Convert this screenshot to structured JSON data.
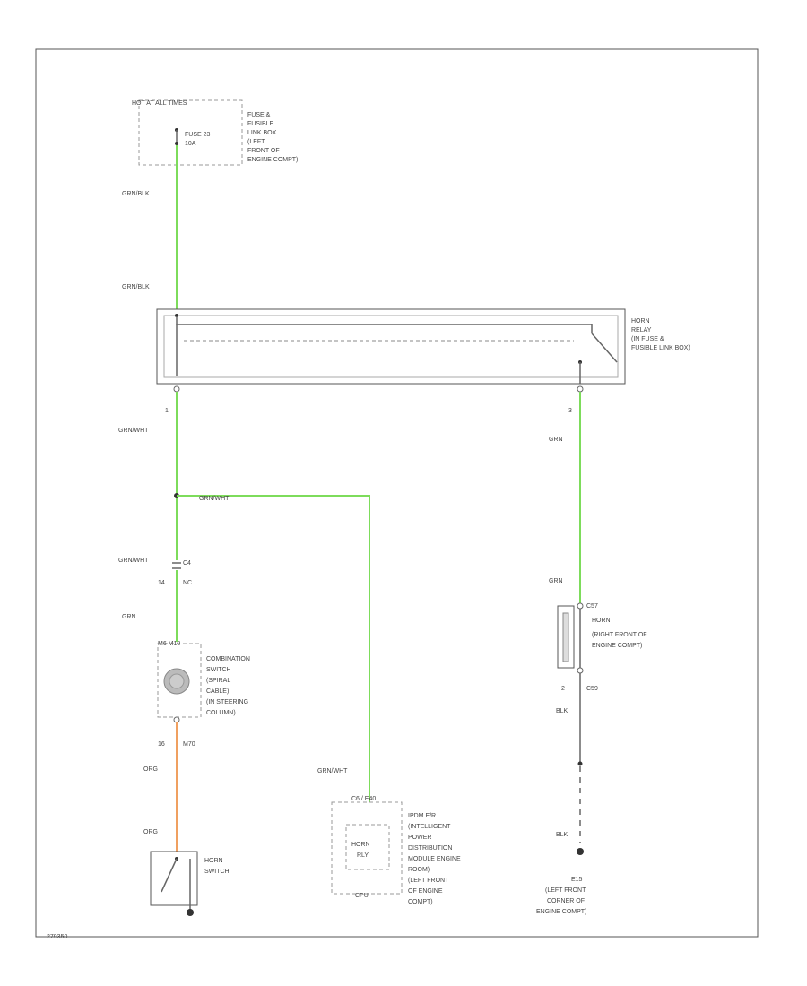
{
  "fuse_box": {
    "header": "HOT AT ALL TIMES",
    "fuse_label": [
      "FUSE 23",
      "10A"
    ],
    "desc": [
      "FUSE &",
      "FUSIBLE",
      "LINK BOX",
      "(LEFT",
      "FRONT OF",
      "ENGINE COMPT)"
    ]
  },
  "wires": {
    "grnblk_1": "GRN/BLK",
    "grnblk_2": "GRN/BLK",
    "grnwht_1": "GRN/WHT",
    "grnwht_2": "GRN/WHT",
    "grnwht_3": "GRN/WHT",
    "grnwht_4": "GRN/WHT",
    "grn_1": "GRN",
    "grn_2": "GRN",
    "grn_3": "GRN",
    "org_1": "ORG",
    "org_2": "ORG",
    "blk_1": "BLK",
    "blk_2": "BLK"
  },
  "pins": {
    "relay_pin1": "1",
    "relay_pin3": "3",
    "c4_pin": "14",
    "c4_conn": "C4",
    "c4_id": "NC",
    "sw_pin": "16",
    "sw_conn": "M70",
    "horn_pin2": "2",
    "horn_conn": "C59",
    "horn_top": "C57",
    "ipdm_conn": "C6 / E40",
    "ipdm_bottom": "CPU"
  },
  "horn_relay": {
    "desc": [
      "HORN",
      "RELAY",
      "(IN FUSE &",
      "FUSIBLE LINK BOX)"
    ]
  },
  "combination_switch": {
    "top": "M6  M10",
    "desc": [
      "COMBINATION",
      "SWITCH",
      "(SPIRAL",
      "CABLE)",
      "(IN STEERING",
      "COLUMN)"
    ]
  },
  "horn": {
    "desc": [
      "HORN",
      "(RIGHT FRONT OF",
      "ENGINE COMPT)"
    ]
  },
  "horn_switch": {
    "desc": [
      "HORN",
      "SWITCH"
    ]
  },
  "ipdm": {
    "inner": [
      "HORN",
      "RLY"
    ],
    "desc": [
      "IPDM E/R",
      "(INTELLIGENT",
      "POWER",
      "DISTRIBUTION",
      "MODULE ENGINE",
      "ROOM)",
      "(LEFT FRONT",
      "OF ENGINE",
      "COMPT)"
    ]
  },
  "ground": {
    "id": "E15",
    "desc": [
      "(LEFT FRONT",
      "CORNER OF",
      "ENGINE COMPT)"
    ]
  },
  "footer": {
    "code": "279350"
  }
}
